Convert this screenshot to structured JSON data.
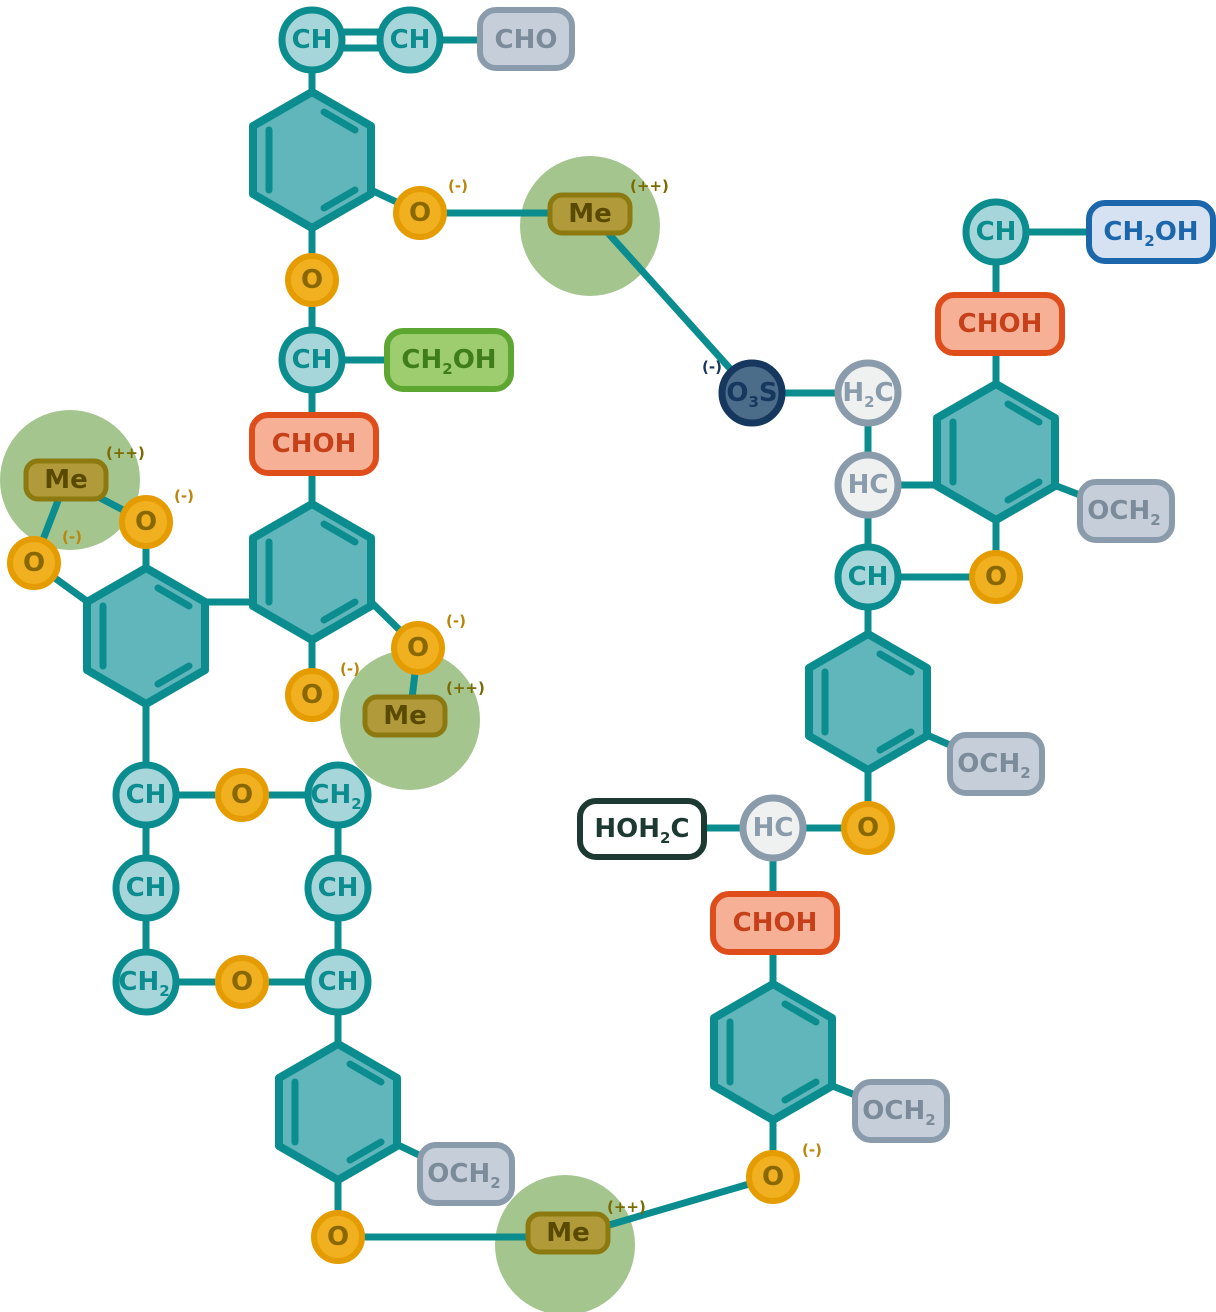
{
  "labels": {
    "ch": "CH",
    "hc": "HC",
    "o": "O",
    "me": "Me",
    "cho": "CHO",
    "choh": "CHOH",
    "c": "C",
    "h": "H",
    "oh": "OH",
    "och": "OCH",
    "hoh": "HOH",
    "os_o": "O",
    "os_s": "S",
    "sub2": "2",
    "sub3": "3",
    "charge_minus": "(-)",
    "charge_plus2": "(++)"
  },
  "colors": {
    "bond": "#0b8c8f",
    "ring_fill": "#60b6ba",
    "ch_fill": "#a6d6d9",
    "ch_text": "#0b8c8f",
    "o_fill": "#f0b020",
    "o_stroke": "#e59c00",
    "o_text": "#8a6800",
    "me_fill": "#b09a3a",
    "me_stroke": "#8c7a10",
    "me_text": "#5a4a00",
    "me_halo": "#a4c58e",
    "choh_fill": "#f5b095",
    "choh_stroke": "#df4d1b",
    "choh_text": "#c6411a",
    "ch2oh_green_fill": "#9dcd6e",
    "ch2oh_green_stroke": "#5ea632",
    "ch2oh_green_text": "#3f7c1c",
    "ch2oh_blue_fill": "#d6e1f2",
    "ch2oh_blue_stroke": "#1c66ac",
    "ch2oh_blue_text": "#1c66ac",
    "grey_fill": "#c6cfd9",
    "grey_stroke": "#8a9bab",
    "grey_text": "#7c8b9a",
    "hc_fill": "#eef1f0",
    "hc_stroke": "#8a9bab",
    "os_fill": "#4b6d8a",
    "os_stroke": "#16375e",
    "os_text": "#16375e",
    "hoh_stroke": "#1c3a32",
    "hoh_text": "#1c3a32"
  }
}
